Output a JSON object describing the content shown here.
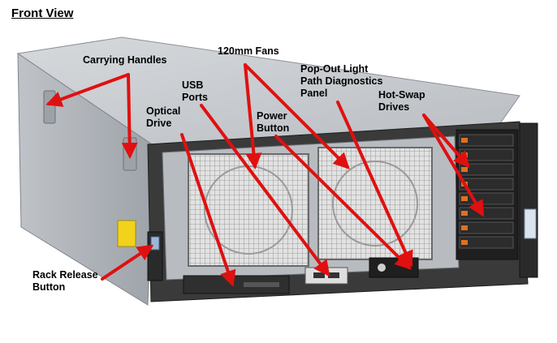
{
  "heading": "Front View",
  "callouts": {
    "carrying_handles": "Carrying Handles",
    "fans": "120mm Fans",
    "usb": [
      "USB",
      "Ports"
    ],
    "optical": [
      "Optical",
      "Drive"
    ],
    "power": [
      "Power",
      "Button"
    ],
    "light_path": [
      "Pop-Out Light",
      "Path Diagnostics",
      "Panel"
    ],
    "hot_swap": [
      "Hot-Swap",
      "Drives"
    ],
    "rack_release": [
      "Rack Release",
      "Button"
    ]
  },
  "colors": {
    "arrow": "#e01010",
    "chassis_top": "#c9ccd0",
    "chassis_side": "#a9adb2",
    "bezel": "#2a2a2a",
    "fan_grille": "#d8d8d8",
    "drive_accent": "#e07020"
  }
}
